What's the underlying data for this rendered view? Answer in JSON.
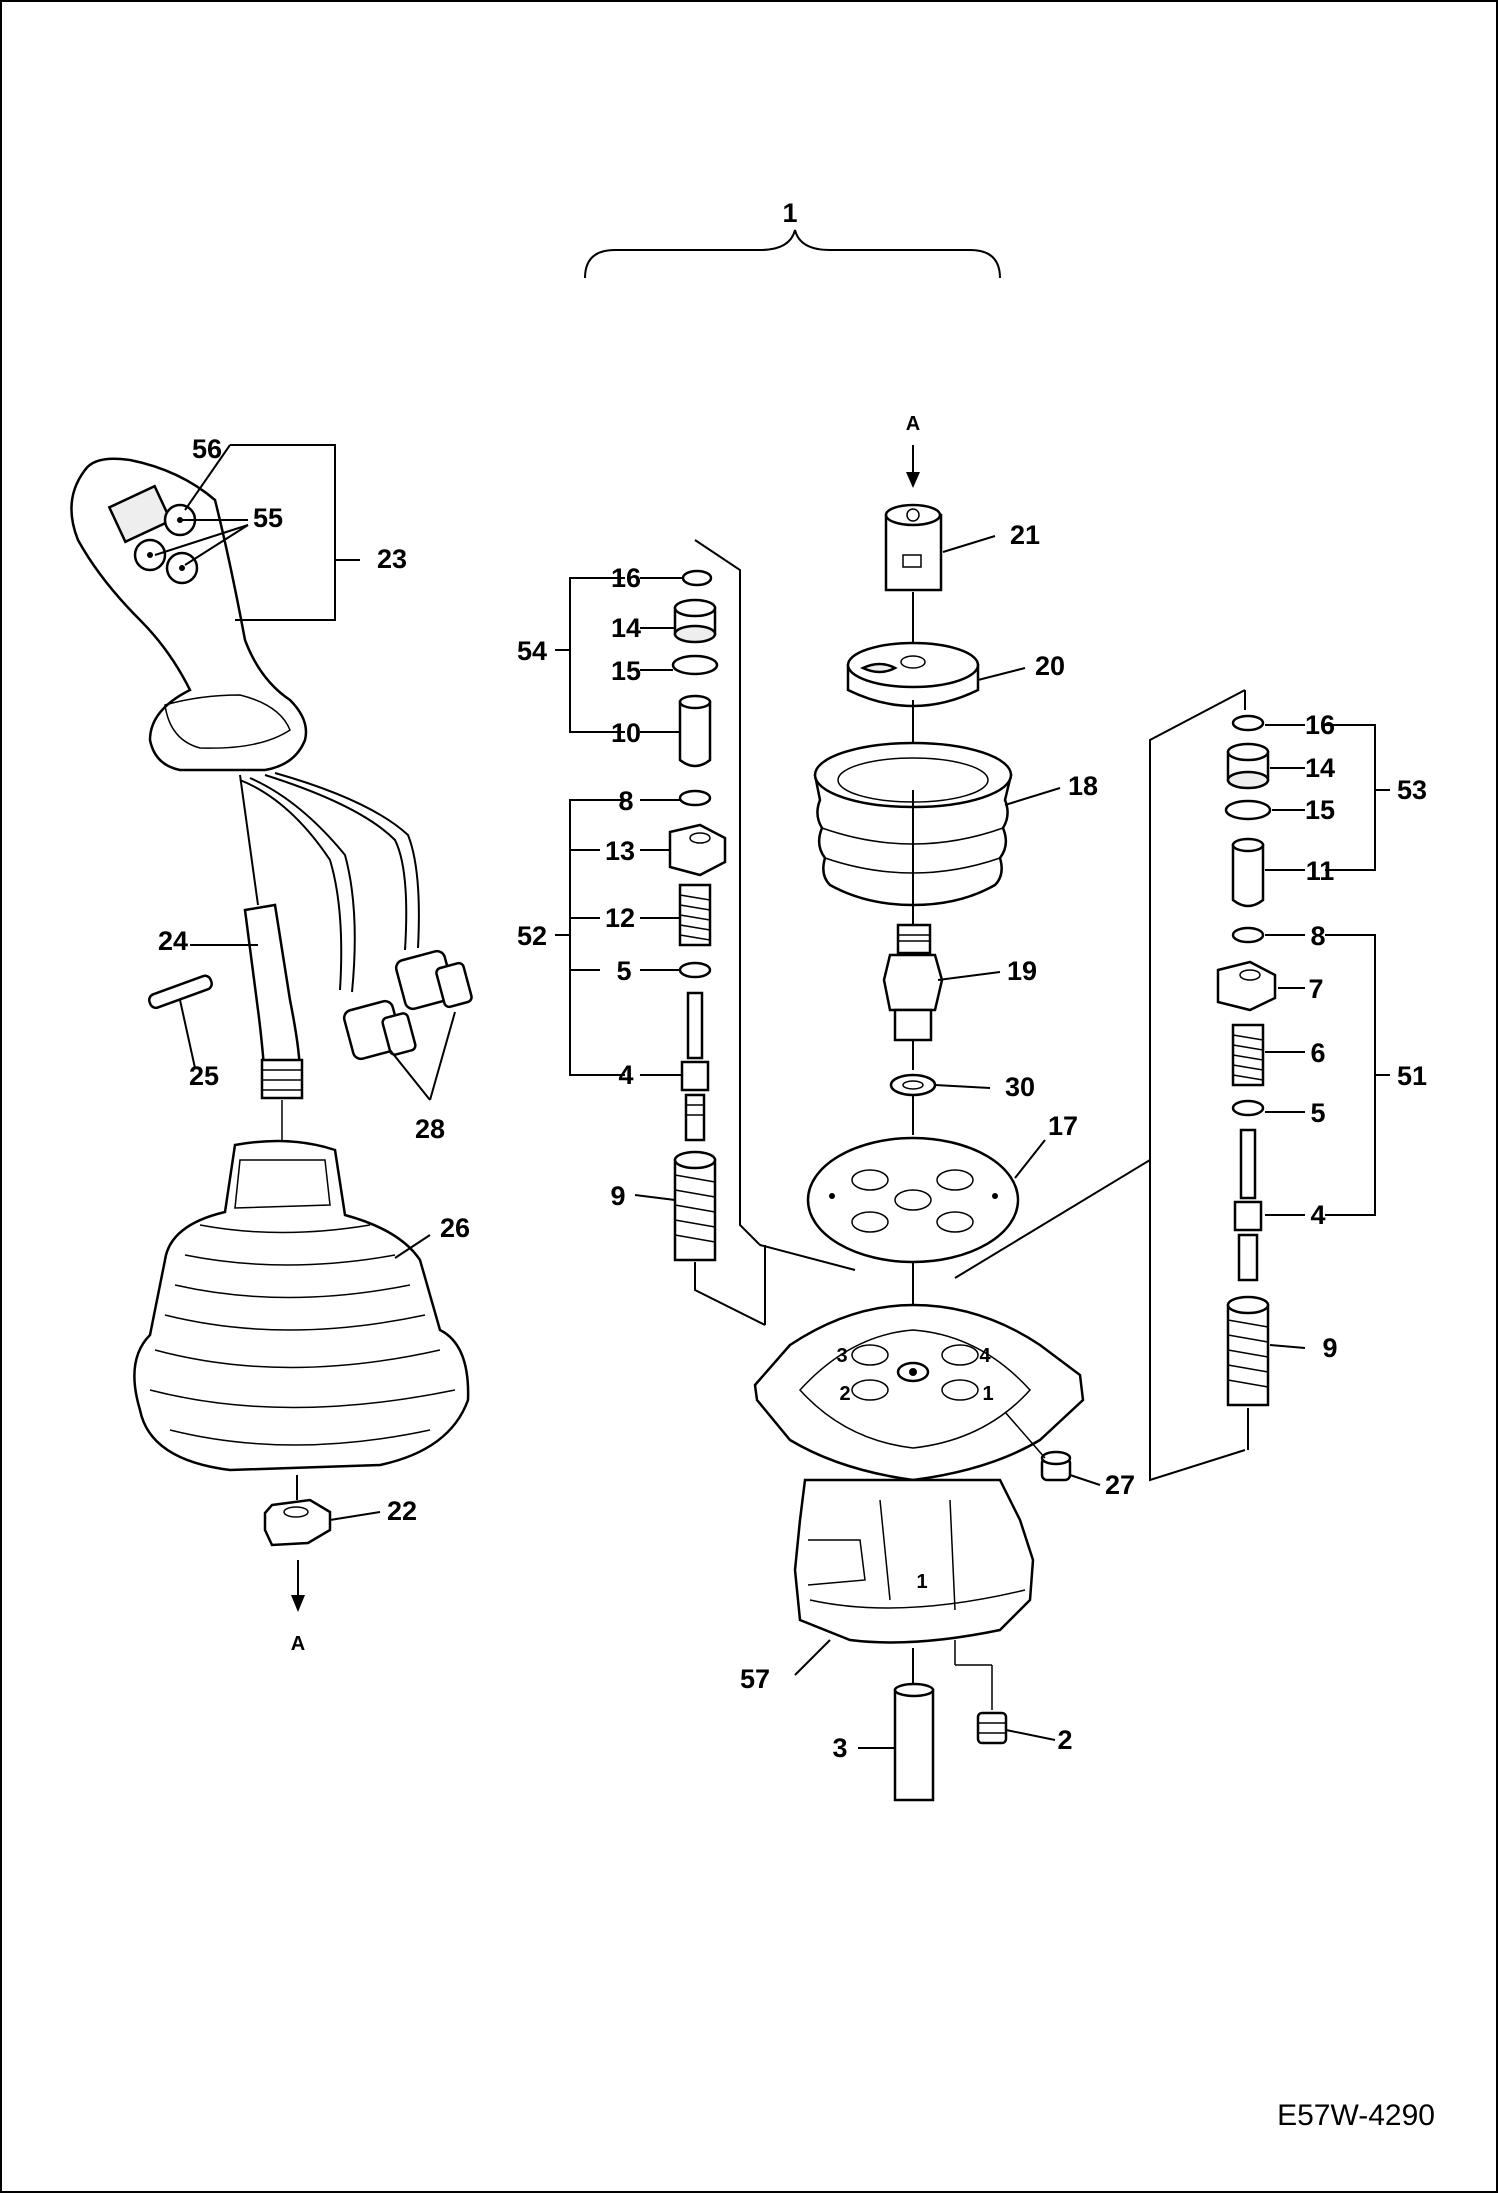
{
  "diagram": {
    "reference_code": "E57W-4290",
    "assembly_label": "1",
    "arrow_label_top": "A",
    "arrow_label_bottom": "A",
    "port_numbers": [
      "3",
      "4",
      "2",
      "1"
    ],
    "housing_mark": "1",
    "callouts": {
      "c56": "56",
      "c55": "55",
      "c23": "23",
      "c24": "24",
      "c25": "25",
      "c28": "28",
      "c26": "26",
      "c22": "22",
      "c16a": "16",
      "c14a": "14",
      "c54": "54",
      "c15a": "15",
      "c10": "10",
      "c8a": "8",
      "c13": "13",
      "c52": "52",
      "c12": "12",
      "c5a": "5",
      "c4a": "4",
      "c9a": "9",
      "c21": "21",
      "c20": "20",
      "c18": "18",
      "c19": "19",
      "c30": "30",
      "c17": "17",
      "c27": "27",
      "c57": "57",
      "c3": "3",
      "c2": "2",
      "c16b": "16",
      "c14b": "14",
      "c53": "53",
      "c15b": "15",
      "c11": "11",
      "c8b": "8",
      "c7": "7",
      "c6": "6",
      "c51": "51",
      "c5b": "5",
      "c4b": "4",
      "c9b": "9"
    }
  }
}
